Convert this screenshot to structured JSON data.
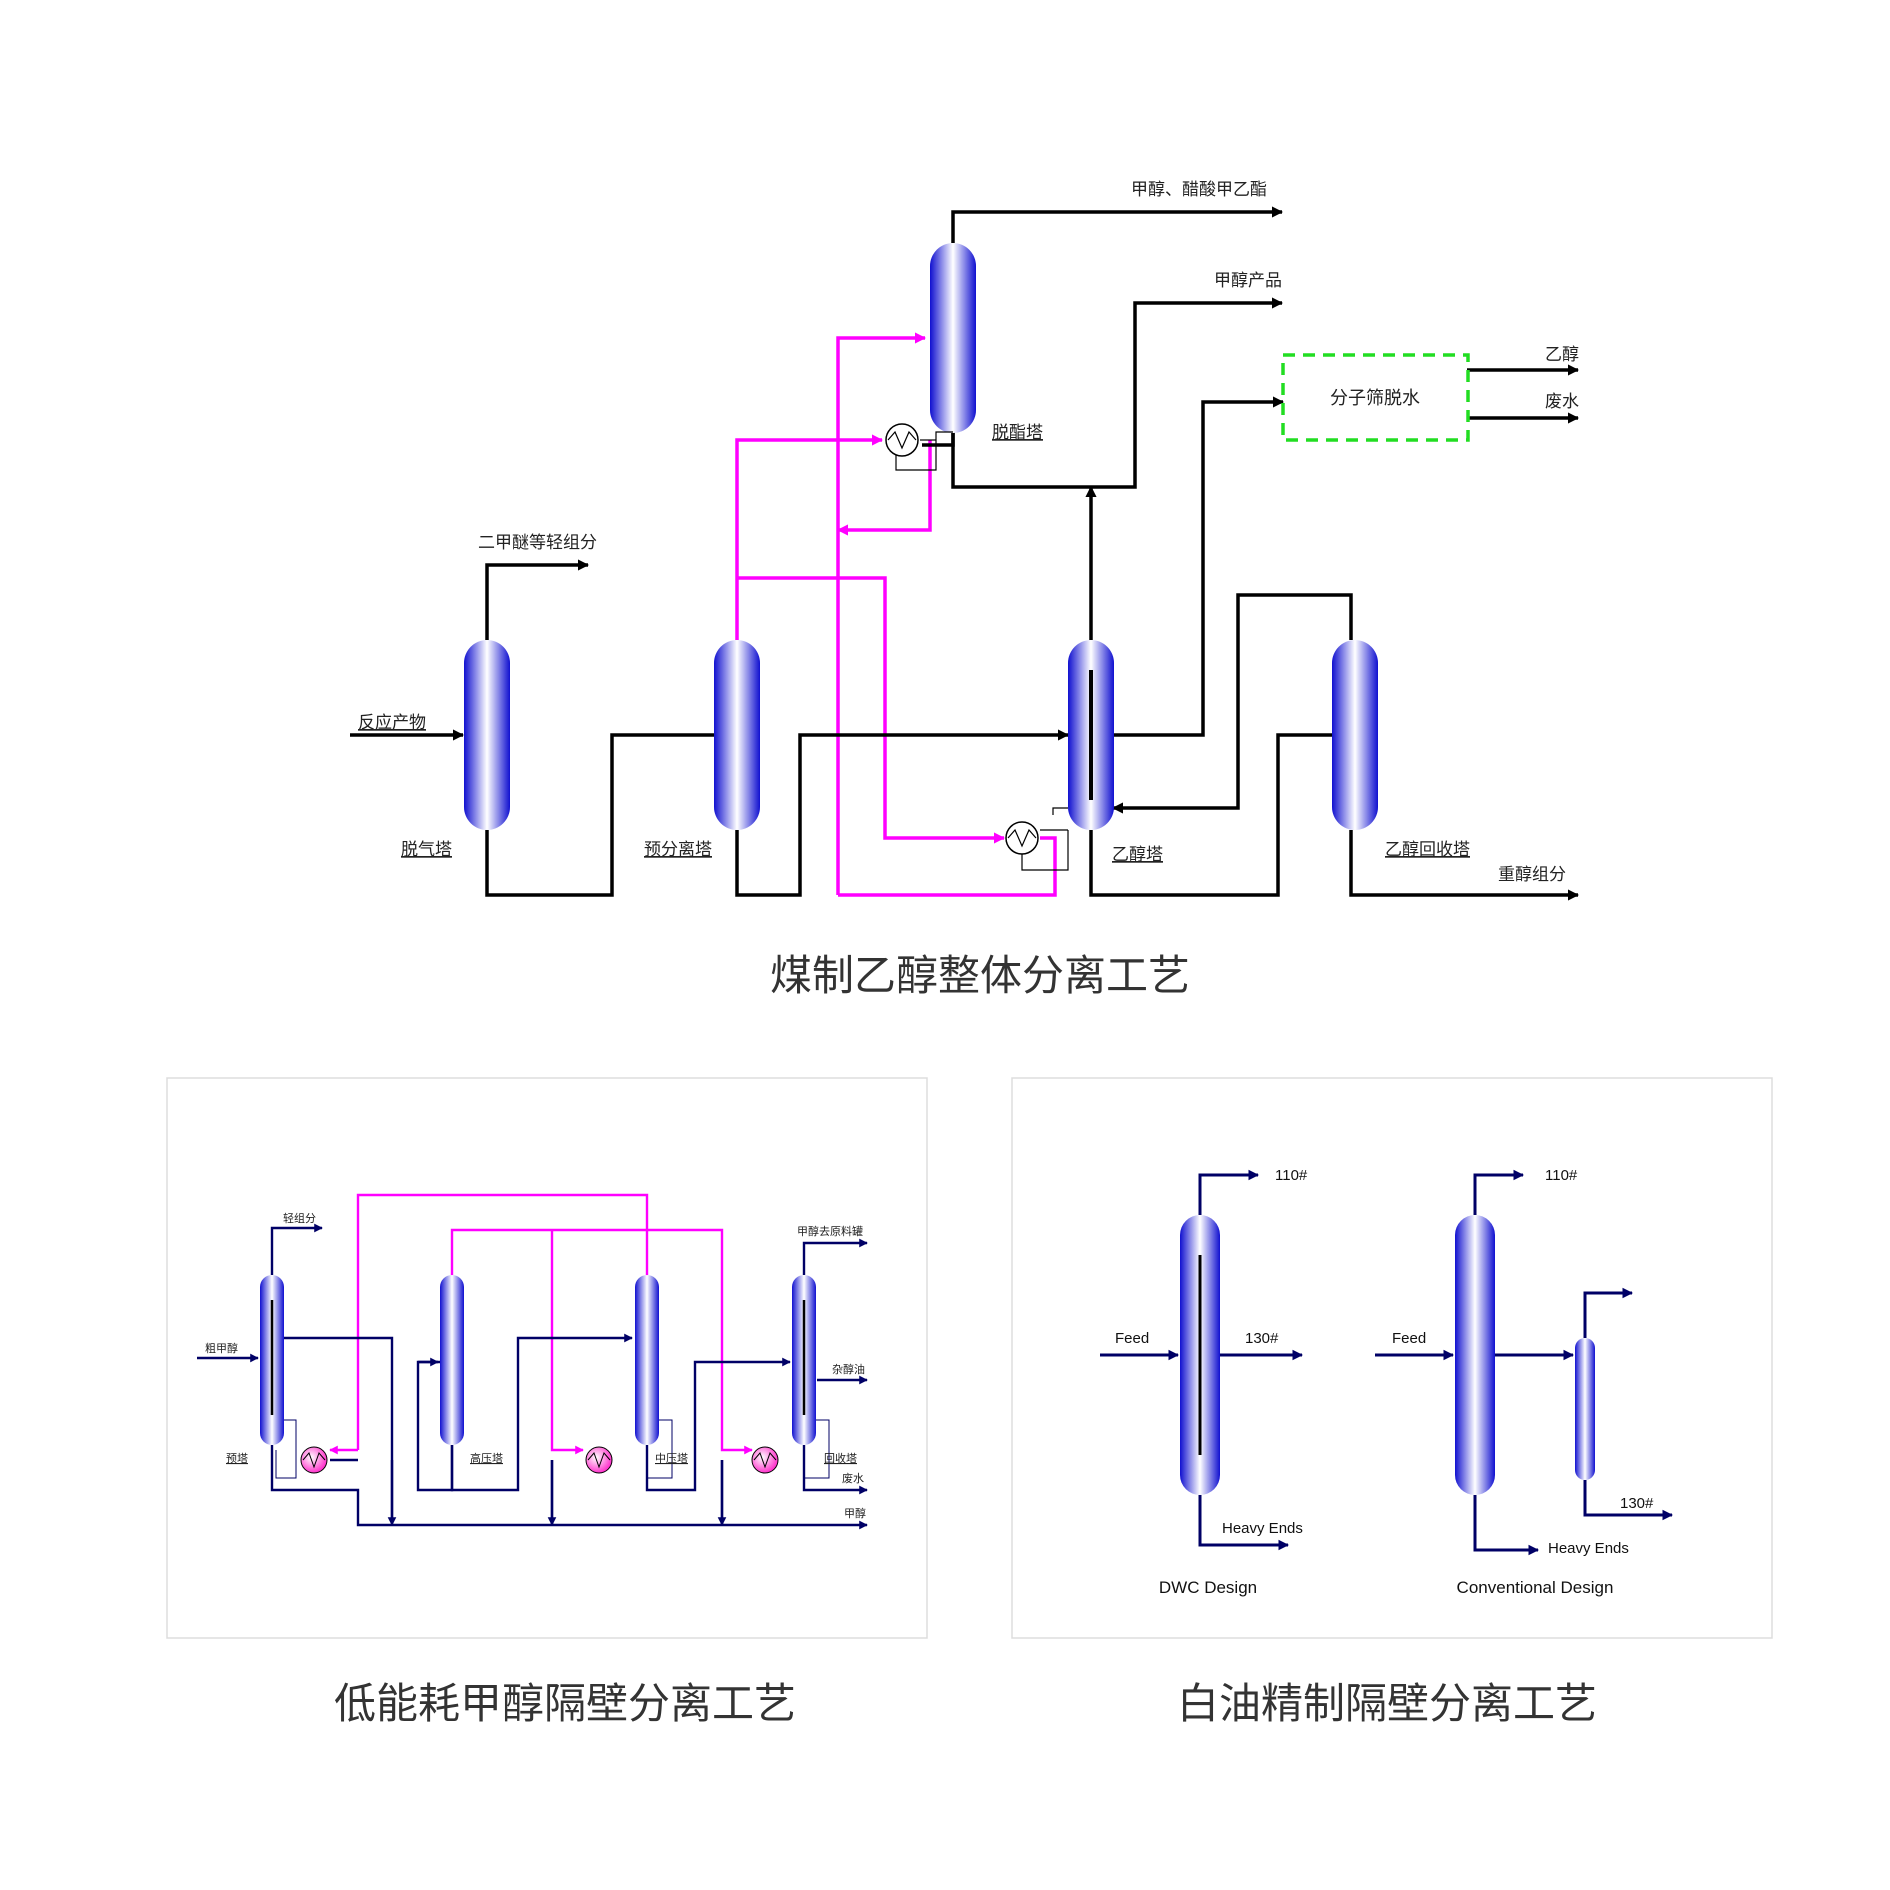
{
  "main_diagram": {
    "title": "煤制乙醇整体分离工艺",
    "labels": {
      "methanol_acetate": "甲醇、醋酸甲乙酯",
      "methanol_product": "甲醇产品",
      "ethanol": "乙醇",
      "wastewater": "废水",
      "sieve_box": "分子筛脱水",
      "dimethyl_ether": "二甲醚等轻组分",
      "reaction_product": "反应产物",
      "heavy_alcohol": "重醇组分"
    },
    "columns": {
      "degas": "脱气塔",
      "pre_sep": "预分离塔",
      "ester_removal": "脱酯塔",
      "ethanol_col": "乙醇塔",
      "ethanol_recovery": "乙醇回收塔"
    }
  },
  "methanol_dwc": {
    "title": "低能耗甲醇隔壁分离工艺",
    "labels": {
      "light_ends": "轻组分",
      "crude_methanol": "粗甲醇",
      "methanol_to_tank": "甲醇去原料罐",
      "fusel_oil": "杂醇油",
      "wastewater": "废水",
      "methanol": "甲醇"
    },
    "columns": {
      "pre": "预塔",
      "high_pressure": "高压塔",
      "mid_pressure": "中压塔",
      "recovery": "回收塔"
    }
  },
  "white_oil_dwc": {
    "title": "白油精制隔壁分离工艺",
    "dwc": {
      "feed": "Feed",
      "top": "110#",
      "side": "130#",
      "bottom": "Heavy Ends",
      "caption": "DWC Design"
    },
    "conventional": {
      "feed": "Feed",
      "top": "110#",
      "side": "130#",
      "bottom": "Heavy Ends",
      "caption": "Conventional Design"
    }
  },
  "colors": {
    "column_edge": "#0000cc",
    "column_center": "#ffffff",
    "process_line": "#000000",
    "heat_line": "#ff00ff",
    "sieve_border": "#22dd22",
    "small_line": "#000066"
  }
}
